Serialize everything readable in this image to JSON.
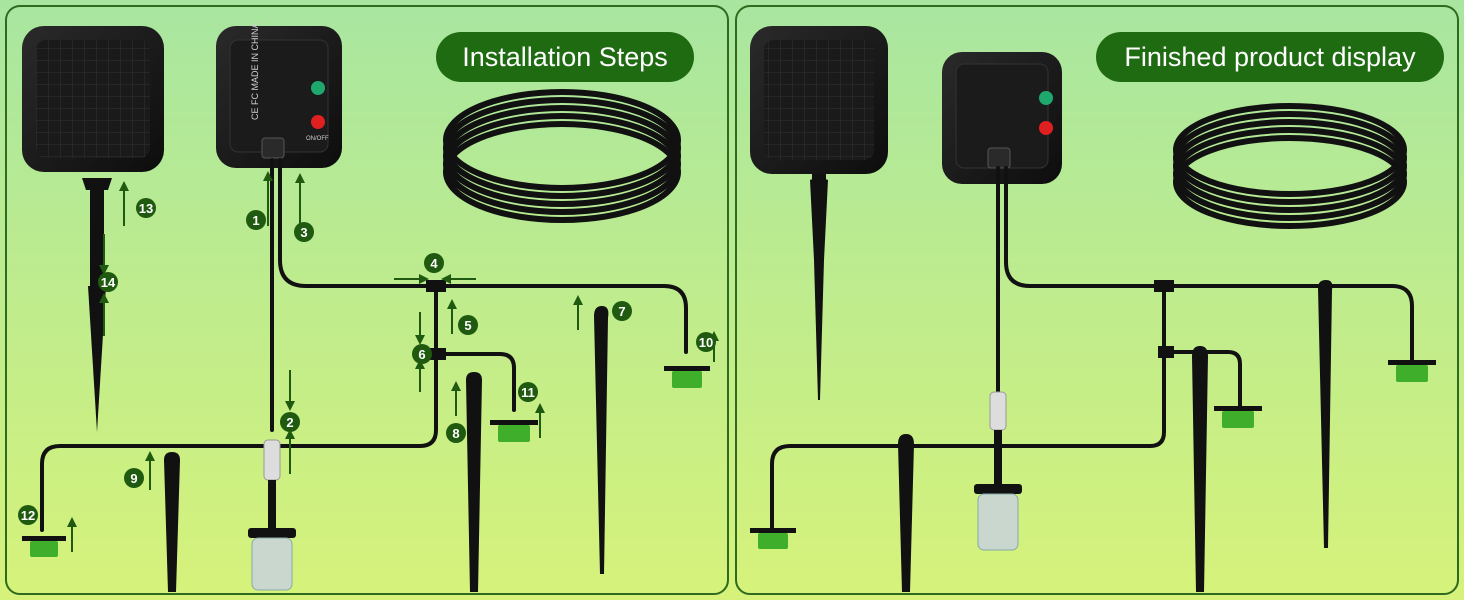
{
  "panels": {
    "left": {
      "title": "Installation Steps"
    },
    "right": {
      "title": "Finished product display"
    }
  },
  "steps": [
    {
      "label": "1"
    },
    {
      "label": "2"
    },
    {
      "label": "3"
    },
    {
      "label": "4"
    },
    {
      "label": "5"
    },
    {
      "label": "6"
    },
    {
      "label": "7"
    },
    {
      "label": "8"
    },
    {
      "label": "9"
    },
    {
      "label": "10"
    },
    {
      "label": "11"
    },
    {
      "label": "12"
    },
    {
      "label": "13"
    },
    {
      "label": "14"
    }
  ],
  "controller": {
    "markings": "CE FC MADE IN CHINA",
    "power_label": "ON/OFF"
  },
  "colors": {
    "background": "#b6e89a",
    "panel_border": "#2e6b1f",
    "title_badge": "#1f6b12",
    "step_badge": "#1f5a10",
    "arrow": "#1f5a10",
    "dripper_green": "#3fae2a",
    "tubing": "#111111"
  }
}
